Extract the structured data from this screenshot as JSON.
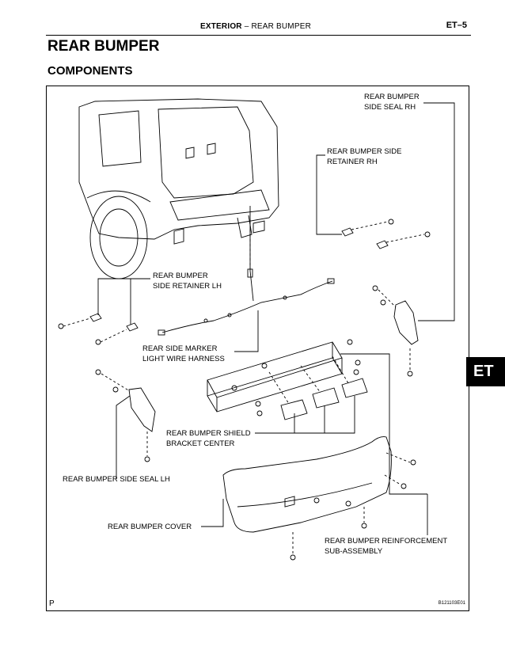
{
  "header": {
    "section": "EXTERIOR",
    "separator": "–",
    "subsection": "REAR BUMPER",
    "page": "ET–5"
  },
  "title": "REAR BUMPER",
  "subtitle": "COMPONENTS",
  "side_tab": "ET",
  "labels": {
    "side_seal_rh": "REAR BUMPER\nSIDE SEAL RH",
    "side_retainer_rh": "REAR BUMPER SIDE\nRETAINER RH",
    "side_retainer_lh": "REAR BUMPER\nSIDE RETAINER LH",
    "marker_harness": "REAR SIDE MARKER\nLIGHT WIRE HARNESS",
    "shield_bracket": "REAR BUMPER SHIELD\nBRACKET CENTER",
    "side_seal_lh": "REAR BUMPER SIDE SEAL LH",
    "cover": "REAR BUMPER COVER",
    "reinforcement": "REAR BUMPER REINFORCEMENT\nSUB-ASSEMBLY"
  },
  "footer": {
    "corner_mark": "P",
    "figure_code": "B121103E01"
  }
}
